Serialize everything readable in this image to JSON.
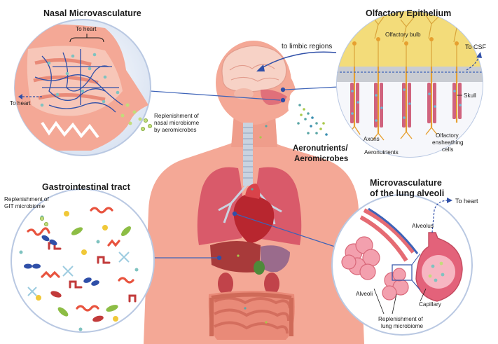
{
  "titles": {
    "nasal": "Nasal Microvasculature",
    "olfactory": "Olfactory Epithelium",
    "gi": "Gastrointestinal tract",
    "lung_line1": "Microvasculature",
    "lung_line2": "of the lung alveoli"
  },
  "labels": {
    "to_heart_top": "To heart",
    "to_heart_left": "To heart",
    "nasal_repl_1": "Replenishment of",
    "nasal_repl_2": "nasal microbiome",
    "nasal_repl_3": "by aeromicrobes",
    "limbic": "to limbic regions",
    "olf_bulb": "Olfactory bulb",
    "to_csf": "To CSF",
    "skull": "Skull",
    "axons": "Axons",
    "aeronutrients_small": "Aeronutrients",
    "oec_1": "Olfactory",
    "oec_2": "ensheathing",
    "oec_3": "cells",
    "aero_1": "Aeronutrients/",
    "aero_2": "Aeromicrobes",
    "git_repl_1": "Replenishment of",
    "git_repl_2": "GIT microbiome",
    "to_heart_lung": "To heart",
    "alveolus": "Alveolus",
    "alveoli": "Alveoli",
    "capillary": "Capillary",
    "lung_repl_1": "Replenishment of",
    "lung_repl_2": "lung microbiome"
  },
  "colors": {
    "skin": "#f4a896",
    "skin_dark": "#e98a78",
    "circle_bg": "#dfe7f4",
    "vessel": "#2f4fa8",
    "lung": "#d95a6a",
    "liver": "#a83a3a",
    "connector": "#3d63b8",
    "bulb": "#f3dc7a",
    "skull": "#c9ccd2"
  }
}
